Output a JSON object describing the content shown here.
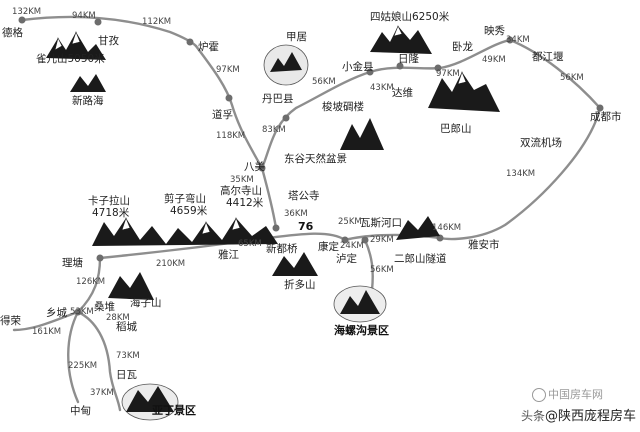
{
  "places": {
    "dege": "德格",
    "ganzi": "甘孜",
    "luhuo": "炉霍",
    "daofu": "道孚",
    "bamei": "八美",
    "tagongsi": "塔公寺",
    "xinduqiao": "新都桥",
    "kangding": "康定",
    "wasikoukou": "瓦斯河口",
    "luding": "泸定",
    "erlangshan": "二郎山隧道",
    "yaan": "雅安市",
    "chengdu": "成都市",
    "shuangliu": "双流机场",
    "dujiangyan": "都江堰",
    "yingxiu": "映秀",
    "wolong": "卧龙",
    "rilong": "日隆",
    "dawei": "达维",
    "xiaojin": "小金县",
    "danba": "丹巴县",
    "jiaju": "甲居",
    "suopo": "梭坡碉楼",
    "dongguo": "东谷天然盆景",
    "yajiang": "雅江",
    "litang": "理塘",
    "xiangcheng": "乡城",
    "derong": "得荣",
    "sangdui": "桑堆",
    "daocheng": "稻城",
    "riwa": "日瓦",
    "zhongdian": "中甸",
    "yading": "亚丁景区",
    "hailuogou": "海螺沟景区",
    "xinluhai": "新路海",
    "zheduoshan": "折多山",
    "haizishan": "海子山",
    "balangshan": "巴郎山"
  },
  "mountains": {
    "queershan": "雀儿山5050米",
    "siguniangshan": "四姑娘山6250米",
    "kazilashan": "卡子拉山",
    "kazilashan_h": "4718米",
    "jianziwanshan": "剪子弯山",
    "jianziwanshan_h": "4659米",
    "gaoersishan": "高尔寺山",
    "gaoersishan_h": "4412米"
  },
  "distances": {
    "d_dege_w": "132KM",
    "d_dege_ganzi": "94KM",
    "d_ganzi_luhuo": "112KM",
    "d_luhuo_daofu": "97KM",
    "d_daofu_bamei": "118KM",
    "d_danba_bamei": "83KM",
    "d_danba_xiaojin": "56KM",
    "d_xiaojin_dawei": "43KM",
    "d_rilong_yingxiu": "97KM",
    "d_yingxiu_dujiangyan": "49KM",
    "d_yingxiu_up": "34KM",
    "d_dujiangyan_chengdu": "56KM",
    "d_bamei_tagong": "35KM",
    "d_tagong_xinduqiao": "36KM",
    "d_xinduqiao_kangding": "76",
    "d_kangding_wasikou": "25KM",
    "d_kangding_luding": "24KM",
    "d_luding_erlang": "29KM",
    "d_erlang_yaan": "146KM",
    "d_yaan_chengdu": "134KM",
    "d_yajiang_xinduqiao": "65KM",
    "d_litang_yajiang": "210KM",
    "d_litang_xiangcheng": "126KM",
    "d_luding_hailuogou": "56KM",
    "d_xiangcheng_sangdui": "53KM",
    "d_xiangcheng_derong": "161KM",
    "d_sangdui_daocheng": "28KM",
    "d_daocheng_riwa": "73KM",
    "d_xiangcheng_zhongdian": "225KM",
    "d_riwa_yading": "37KM"
  },
  "watermark": {
    "top": "中国房车网",
    "prefix": "头条",
    "handle": "@陕西庞程房车"
  }
}
